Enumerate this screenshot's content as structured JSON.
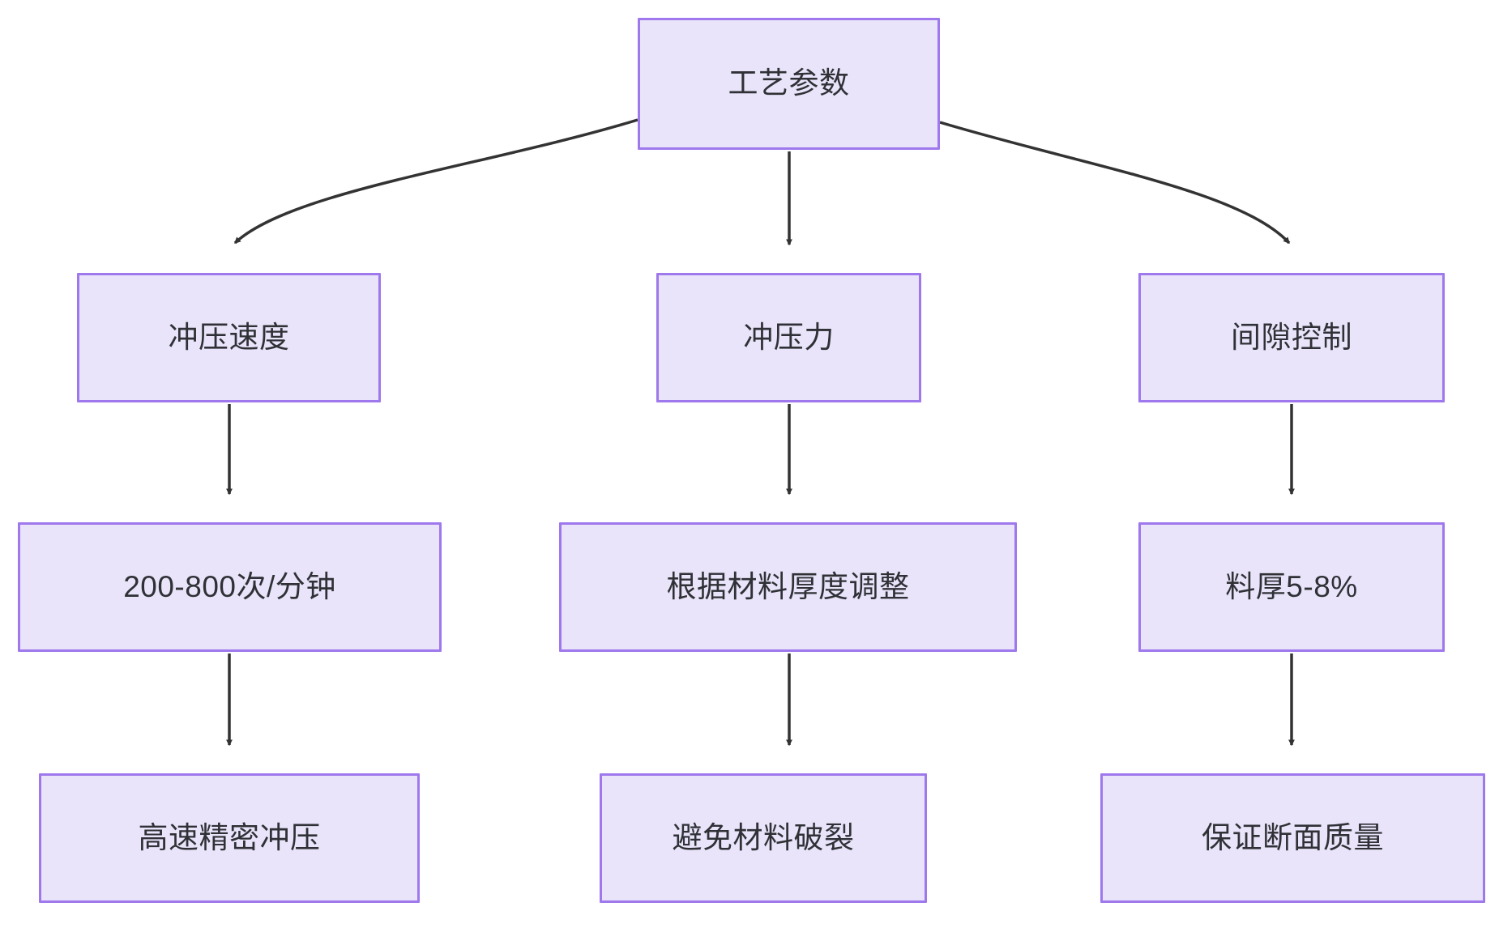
{
  "diagram": {
    "type": "flowchart",
    "direction": "top-down",
    "title": "工艺参数",
    "background_color": "#ffffff",
    "node_fill_color": "#E9E4FA",
    "node_border_color": "#9E78EC",
    "node_text_color": "#2f3136",
    "edge_color": "#333333",
    "nodes": [
      {
        "id": "root",
        "label": "工艺参数",
        "row": 1,
        "column": 2
      },
      {
        "id": "speed",
        "label": "冲压速度",
        "row": 2,
        "column": 1
      },
      {
        "id": "force",
        "label": "冲压力",
        "row": 2,
        "column": 2
      },
      {
        "id": "clearance",
        "label": "间隙控制",
        "row": 2,
        "column": 3
      },
      {
        "id": "speed_val",
        "label": "200-800次/分钟",
        "row": 3,
        "column": 1
      },
      {
        "id": "force_val",
        "label": "根据材料厚度调整",
        "row": 3,
        "column": 2
      },
      {
        "id": "clearance_val",
        "label": "料厚5-8%",
        "row": 3,
        "column": 3
      },
      {
        "id": "speed_out",
        "label": "高速精密冲压",
        "row": 4,
        "column": 1
      },
      {
        "id": "force_out",
        "label": "避免材料破裂",
        "row": 4,
        "column": 2
      },
      {
        "id": "clearance_out",
        "label": "保证断面质量",
        "row": 4,
        "column": 3
      }
    ],
    "edges": [
      {
        "from": "root",
        "to": "speed",
        "style": "curved",
        "arrow": "triangle"
      },
      {
        "from": "root",
        "to": "force",
        "style": "straight",
        "arrow": "triangle"
      },
      {
        "from": "root",
        "to": "clearance",
        "style": "curved",
        "arrow": "triangle"
      },
      {
        "from": "speed",
        "to": "speed_val",
        "style": "straight",
        "arrow": "triangle"
      },
      {
        "from": "force",
        "to": "force_val",
        "style": "straight",
        "arrow": "triangle"
      },
      {
        "from": "clearance",
        "to": "clearance_val",
        "style": "straight",
        "arrow": "triangle"
      },
      {
        "from": "speed_val",
        "to": "speed_out",
        "style": "straight",
        "arrow": "triangle"
      },
      {
        "from": "force_val",
        "to": "force_out",
        "style": "straight",
        "arrow": "triangle"
      },
      {
        "from": "clearance_val",
        "to": "clearance_out",
        "style": "straight",
        "arrow": "triangle"
      }
    ]
  }
}
